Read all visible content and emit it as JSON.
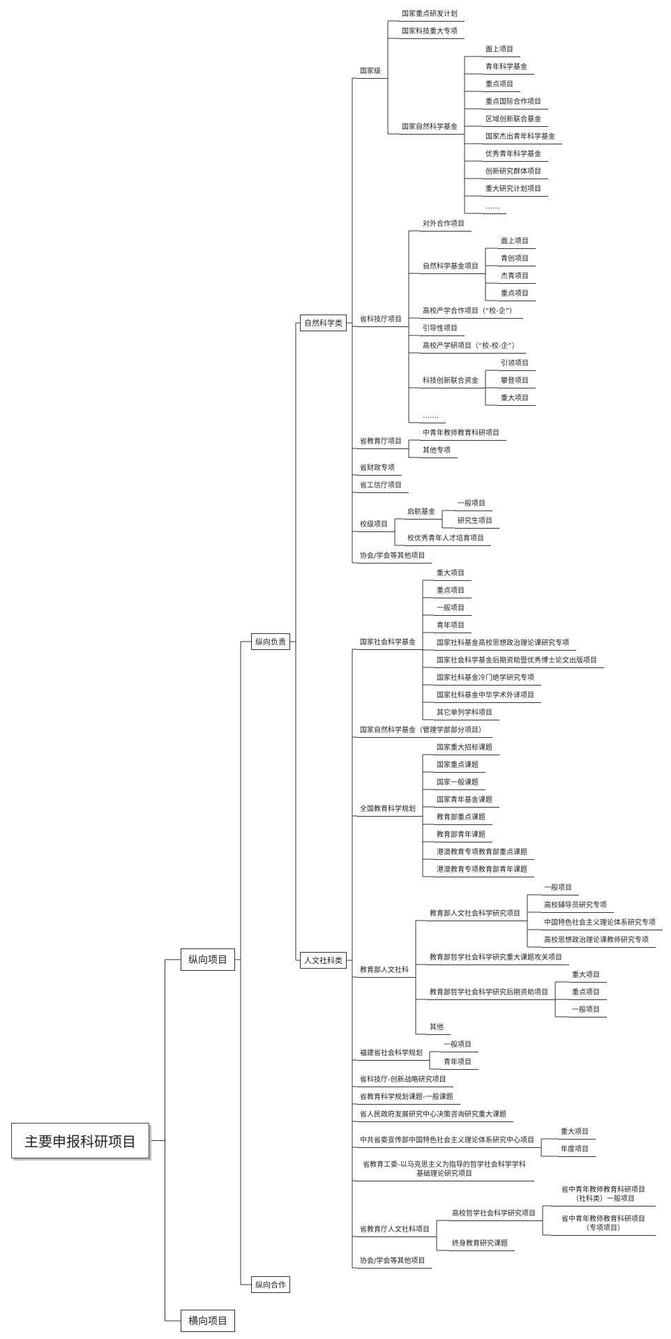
{
  "root": {
    "title": "主要申报科研项目",
    "children": [
      {
        "label": "纵向项目",
        "children": [
          {
            "label": "纵向负责",
            "children": [
              {
                "label": "自然科学类",
                "children": [
                  {
                    "label": "国家级",
                    "children": [
                      {
                        "label": "国家重点研发计划"
                      },
                      {
                        "label": "国家科技重大专项"
                      },
                      {
                        "label": "国家自然科学基金",
                        "children": [
                          {
                            "label": "面上项目"
                          },
                          {
                            "label": "青年科学基金"
                          },
                          {
                            "label": "重点项目"
                          },
                          {
                            "label": "重点国际合作项目"
                          },
                          {
                            "label": "区域创新联合基金"
                          },
                          {
                            "label": "国家杰出青年科学基金"
                          },
                          {
                            "label": "优秀青年科学基金"
                          },
                          {
                            "label": "创新研究群体项目"
                          },
                          {
                            "label": "重大研究计划项目"
                          },
                          {
                            "label": "……"
                          }
                        ]
                      }
                    ]
                  },
                  {
                    "label": "省科技厅项目",
                    "children": [
                      {
                        "label": "对外合作项目"
                      },
                      {
                        "label": "自然科学基金项目",
                        "children": [
                          {
                            "label": "面上项目"
                          },
                          {
                            "label": "青创项目"
                          },
                          {
                            "label": "杰青项目"
                          },
                          {
                            "label": "重点项目"
                          }
                        ]
                      },
                      {
                        "label": "高校产学合作项目（“校-企”）"
                      },
                      {
                        "label": "引导性项目"
                      },
                      {
                        "label": "高校产学研项目（“校-校-企”）"
                      },
                      {
                        "label": "科技创新联合资金",
                        "children": [
                          {
                            "label": "引领项目"
                          },
                          {
                            "label": "攀登项目"
                          },
                          {
                            "label": "重大项目"
                          }
                        ]
                      },
                      {
                        "label": "……."
                      }
                    ]
                  },
                  {
                    "label": "省教育厅项目",
                    "children": [
                      {
                        "label": "中青年教师教育科研项目"
                      },
                      {
                        "label": "其他专项"
                      }
                    ]
                  },
                  {
                    "label": "省财政专项"
                  },
                  {
                    "label": "省工信厅项目"
                  },
                  {
                    "label": "校级项目",
                    "children": [
                      {
                        "label": "启航基金",
                        "children": [
                          {
                            "label": "一般项目"
                          },
                          {
                            "label": "研究生项目"
                          }
                        ]
                      },
                      {
                        "label": "校优秀青年人才培育项目"
                      }
                    ]
                  },
                  {
                    "label": "协会/学会等其他项目"
                  }
                ]
              },
              {
                "label": "人文社科类",
                "children": [
                  {
                    "label": "国家社会科学基金",
                    "children": [
                      {
                        "label": "重大项目"
                      },
                      {
                        "label": "重点项目"
                      },
                      {
                        "label": "一般项目"
                      },
                      {
                        "label": "青年项目"
                      },
                      {
                        "label": "国家社科基金高校思想政治理论课研究专项"
                      },
                      {
                        "label": "国家社会科学基金后期资助暨优秀博士论文出版项目"
                      },
                      {
                        "label": "国家社科基金冷门绝学研究专项"
                      },
                      {
                        "label": "国家社科基金中华学术外译项目"
                      },
                      {
                        "label": "其它单列学科项目"
                      }
                    ]
                  },
                  {
                    "label": "国家自然科学基金（管理学部部分项目）"
                  },
                  {
                    "label": "全国教育科学规划",
                    "children": [
                      {
                        "label": "国家重大招标课题"
                      },
                      {
                        "label": "国家重点课题"
                      },
                      {
                        "label": "国家一般课题"
                      },
                      {
                        "label": "国家青年基金课题"
                      },
                      {
                        "label": "教育部重点课题"
                      },
                      {
                        "label": "教育部青年课题"
                      },
                      {
                        "label": "港澳教育专项教育部重点课题"
                      },
                      {
                        "label": "港澳教育专项教育部青年课题"
                      }
                    ]
                  },
                  {
                    "label": "教育部人文社科",
                    "children": [
                      {
                        "label": "教育部人文社会科学研究项目",
                        "children": [
                          {
                            "label": "一般项目"
                          },
                          {
                            "label": "高校辅导员研究专项"
                          },
                          {
                            "label": "中国特色社会主义理论体系研究专项"
                          },
                          {
                            "label": "高校思想政治理论课教师研究专项"
                          }
                        ]
                      },
                      {
                        "label": "教育部哲学社会科学研究重大课题攻关项目"
                      },
                      {
                        "label": "教育部哲学社会科学研究后期资助项目",
                        "children": [
                          {
                            "label": "重大项目"
                          },
                          {
                            "label": "重点项目"
                          },
                          {
                            "label": "一般项目"
                          }
                        ]
                      },
                      {
                        "label": "其他"
                      }
                    ]
                  },
                  {
                    "label": "福建省社会科学规划",
                    "children": [
                      {
                        "label": "一般项目"
                      },
                      {
                        "label": "青年项目"
                      }
                    ]
                  },
                  {
                    "label": "省科技厅-创新战略研究项目"
                  },
                  {
                    "label": "省教育科学规划课题-一般课题"
                  },
                  {
                    "label": "省人民政府发展研究中心决策咨询研究重大课题"
                  },
                  {
                    "label": "中共省委宣传部中国特色社会主义理论体系研究中心项目",
                    "children": [
                      {
                        "label": "重大项目"
                      },
                      {
                        "label": "年度项目"
                      }
                    ]
                  },
                  {
                    "label": "省教育工委-以马克思主义为指导的哲学社会科学学科基础理论研究项目"
                  },
                  {
                    "label": "省教育厅人文社科项目",
                    "children": [
                      {
                        "label": "高校哲学社会科学研究项目",
                        "children": [
                          {
                            "label": "省中青年教师教育科研项目（社科类）一般项目"
                          },
                          {
                            "label": "省中青年教师教育科研项目（专项项目）"
                          }
                        ]
                      },
                      {
                        "label": "终身教育研究课题"
                      }
                    ]
                  },
                  {
                    "label": "协会/学会等其他项目"
                  }
                ]
              }
            ]
          },
          {
            "label": "纵向合作"
          }
        ]
      },
      {
        "label": "横向项目"
      }
    ]
  }
}
